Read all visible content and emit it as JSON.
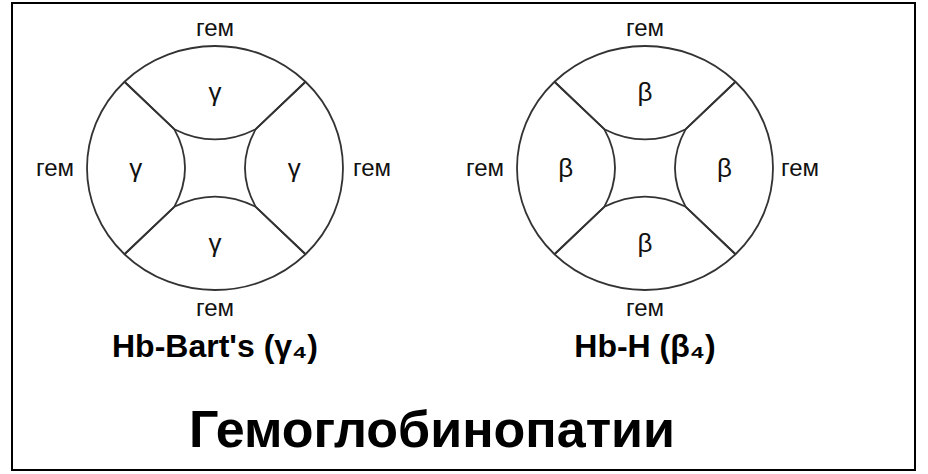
{
  "diagram": {
    "title": "Гемоглобинопатии",
    "nodes": [
      {
        "text": [
          "Hb-Bart's (γ₄)"
        ]
      },
      {
        "text": [
          "γ"
        ],
        "in": 0
      },
      {
        "text": [
          "γ"
        ],
        "in": 0
      },
      {
        "text": [
          "γ"
        ],
        "in": 0
      },
      {
        "text": [
          "γ"
        ],
        "in": 0
      },
      {
        "text": [
          "Hb-H (β₄)"
        ]
      },
      {
        "text": [
          "β"
        ],
        "in": 5
      },
      {
        "text": [
          "β"
        ],
        "in": 5
      },
      {
        "text": [
          "β"
        ],
        "in": 5
      },
      {
        "text": [
          "β"
        ],
        "in": 5
      }
    ],
    "labels": [
      "гем",
      "гем",
      "гем",
      "гем",
      "гем",
      "гем",
      "гем",
      "гем"
    ]
  }
}
